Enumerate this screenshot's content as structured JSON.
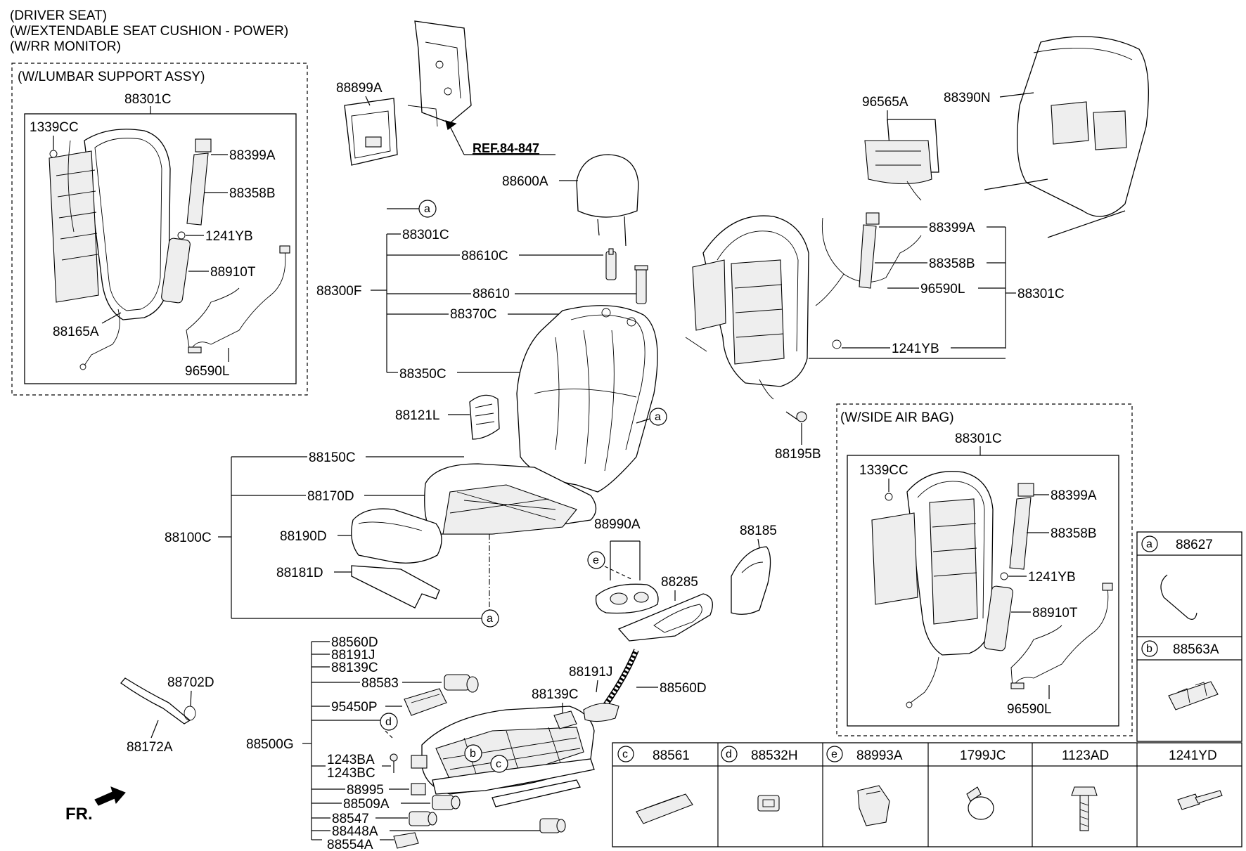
{
  "header": {
    "line1": "(DRIVER SEAT)",
    "line2": "(W/EXTENDABLE SEAT CUSHION - POWER)",
    "line3": "(W/RR MONITOR)"
  },
  "boxes": {
    "lumbar": "(W/LUMBAR SUPPORT ASSY)",
    "airbag": "(W/SIDE AIR BAG)"
  },
  "reference": "REF.84-847",
  "direction": "FR.",
  "labels": {
    "lumbar_88301C": "88301C",
    "lumbar_1339CC": "1339CC",
    "lumbar_88399A": "88399A",
    "lumbar_88358B": "88358B",
    "lumbar_1241YB": "1241YB",
    "lumbar_88910T": "88910T",
    "lumbar_88165A": "88165A",
    "lumbar_96590L": "96590L",
    "p88899A": "88899A",
    "p88600A": "88600A",
    "p88300F": "88300F",
    "p88301C_main": "88301C",
    "p88610C": "88610C",
    "p88610": "88610",
    "p88370C": "88370C",
    "p88350C": "88350C",
    "p88121L": "88121L",
    "p88100C": "88100C",
    "p88150C": "88150C",
    "p88170D": "88170D",
    "p88190D": "88190D",
    "p88181D": "88181D",
    "p88990A": "88990A",
    "p88285": "88285",
    "p88185": "88185",
    "p96565A": "96565A",
    "p88390N": "88390N",
    "frame_88399A": "88399A",
    "frame_88358B": "88358B",
    "frame_96590L": "96590L",
    "frame_88301C": "88301C",
    "frame_1241YB": "1241YB",
    "p88195B": "88195B",
    "airbag_88301C": "88301C",
    "airbag_1339CC": "1339CC",
    "airbag_88399A": "88399A",
    "airbag_88358B": "88358B",
    "airbag_1241YB": "1241YB",
    "airbag_88910T": "88910T",
    "airbag_96590L": "96590L",
    "p88702D": "88702D",
    "p88172A": "88172A",
    "p88500G": "88500G",
    "p88560D_top": "88560D",
    "p88191J_top": "88191J",
    "p88139C_top": "88139C",
    "p88583": "88583",
    "p95450P": "95450P",
    "p1243BA": "1243BA",
    "p1243BC": "1243BC",
    "p88995": "88995",
    "p88509A": "88509A",
    "p88547": "88547",
    "p88448A": "88448A",
    "p88554A": "88554A",
    "p88191J_mid": "88191J",
    "p88139C_mid": "88139C",
    "p88560D_mid": "88560D"
  },
  "callout_letters": {
    "a": "a",
    "b": "b",
    "c": "c",
    "d": "d",
    "e": "e"
  },
  "side_table": [
    {
      "letter": "a",
      "part": "88627"
    },
    {
      "letter": "b",
      "part": "88563A"
    }
  ],
  "bottom_table": [
    {
      "letter": "c",
      "part": "88561"
    },
    {
      "letter": "d",
      "part": "88532H"
    },
    {
      "letter": "e",
      "part": "88993A"
    },
    {
      "letter": "",
      "part": "1799JC"
    },
    {
      "letter": "",
      "part": "1123AD"
    },
    {
      "letter": "",
      "part": "1241YD"
    }
  ]
}
